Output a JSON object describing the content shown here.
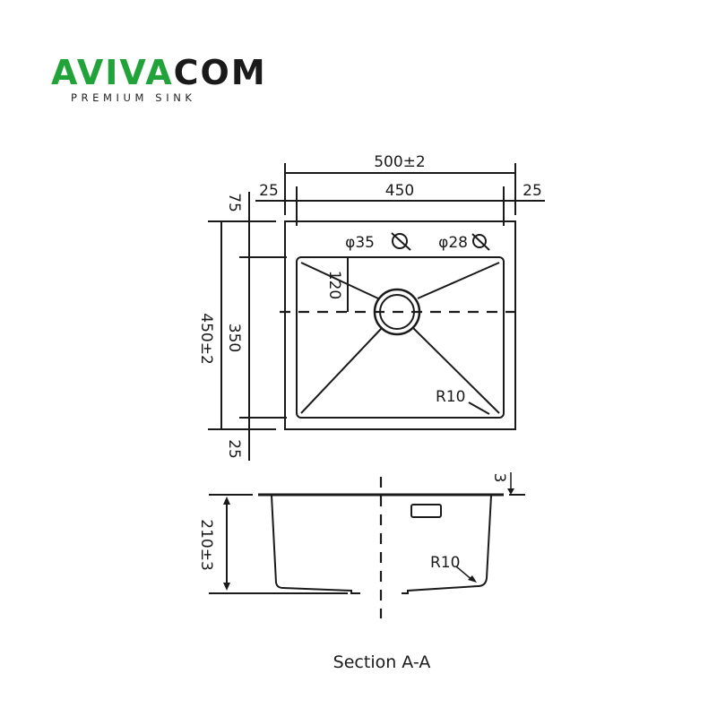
{
  "logo": {
    "brand_green": "AVIVA",
    "brand_dark": "COM",
    "tagline": "PREMIUM SINK",
    "green_color": "#22a33a"
  },
  "plan_view": {
    "overall_width": "500±2",
    "bowl_width": "450",
    "left_margin": "25",
    "right_margin": "25",
    "top_margin": "75",
    "bowl_depth": "350",
    "overall_depth": "450±2",
    "bottom_margin": "25",
    "drain_offset": "120",
    "hole_1": "φ35",
    "hole_2": "φ28",
    "corner_radius": "R10"
  },
  "section_view": {
    "height": "210±3",
    "thickness": "3",
    "corner_radius": "R10",
    "caption": "Section A-A"
  }
}
